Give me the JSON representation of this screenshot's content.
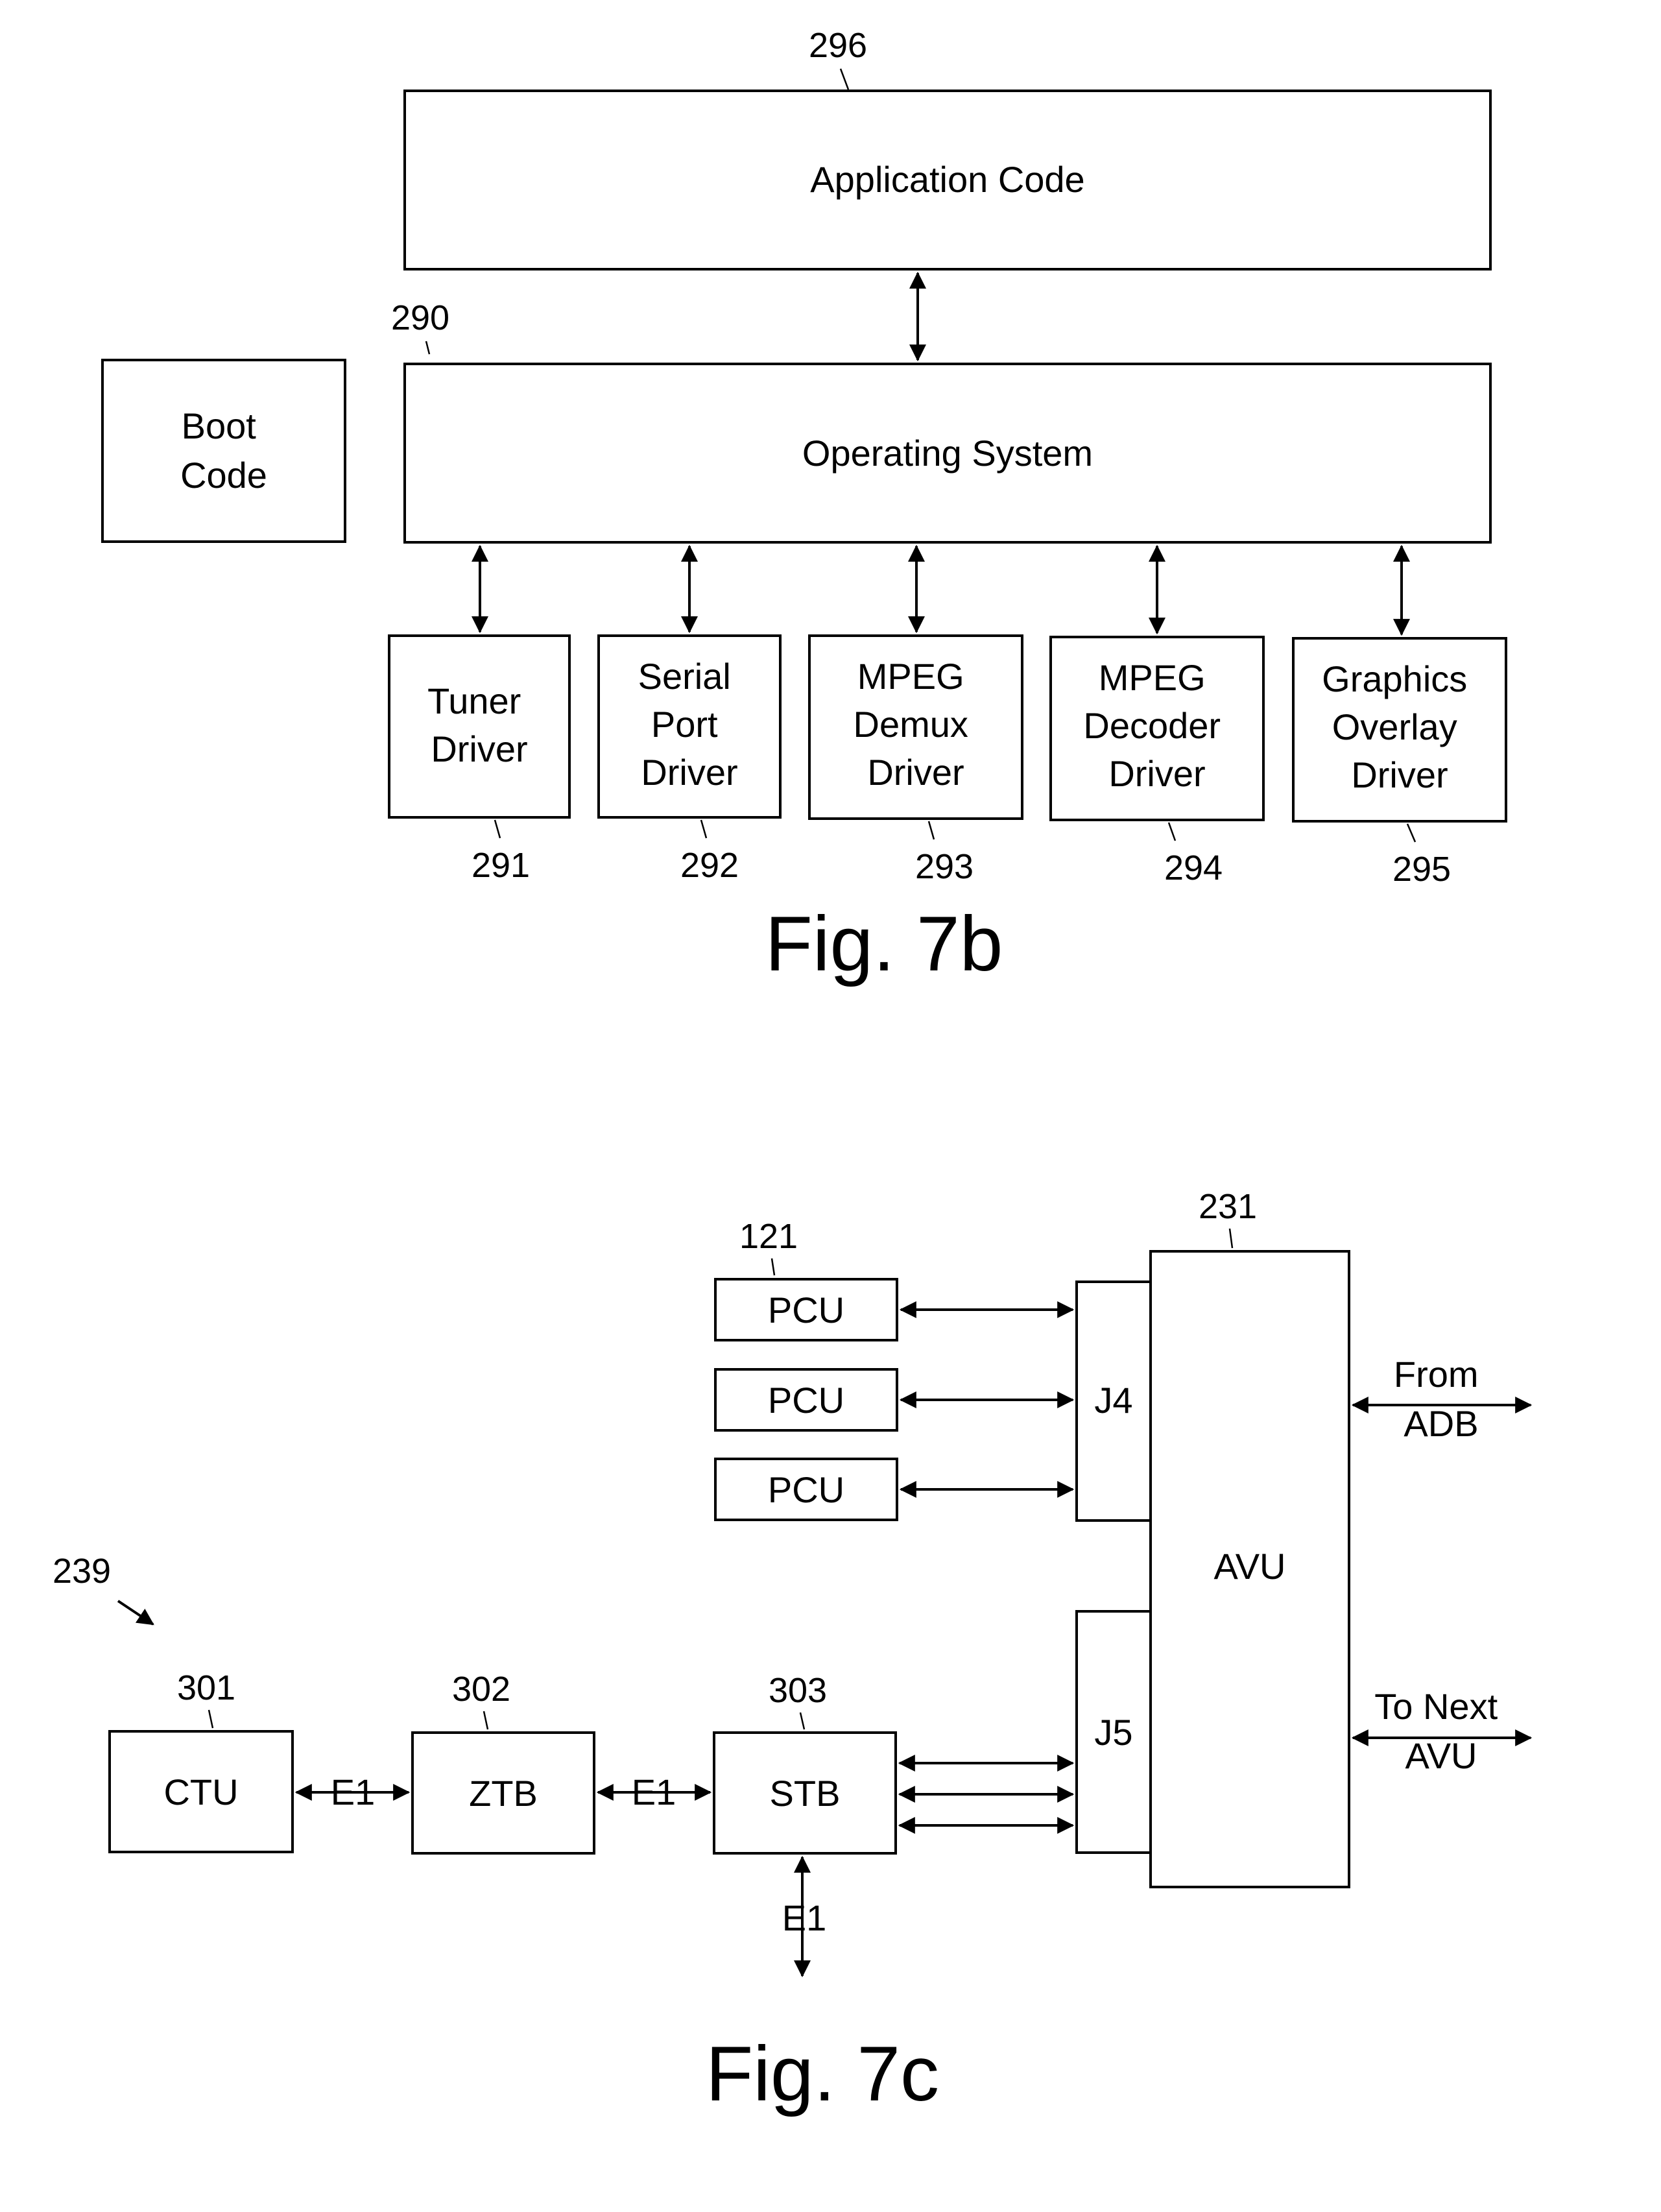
{
  "fig7b": {
    "caption": "Fig. 7b",
    "application_code": {
      "label": "Application Code",
      "ref": "296"
    },
    "operating_system": {
      "label": "Operating System",
      "ref": "290"
    },
    "boot_code": {
      "lines": [
        "Boot",
        "Code"
      ]
    },
    "drivers": [
      {
        "lines": [
          "Tuner",
          "Driver"
        ],
        "ref": "291"
      },
      {
        "lines": [
          "Serial",
          "Port",
          "Driver"
        ],
        "ref": "292"
      },
      {
        "lines": [
          "MPEG",
          "Demux",
          "Driver"
        ],
        "ref": "293"
      },
      {
        "lines": [
          "MPEG",
          "Decoder",
          "Driver"
        ],
        "ref": "294"
      },
      {
        "lines": [
          "Graphics",
          "Overlay",
          "Driver"
        ],
        "ref": "295"
      }
    ]
  },
  "fig7c": {
    "caption": "Fig. 7c",
    "system_ref": "239",
    "pcu": {
      "label": "PCU",
      "ref": "121",
      "count": 3
    },
    "j4": {
      "label": "J4"
    },
    "j5": {
      "label": "J5"
    },
    "avu": {
      "label": "AVU",
      "ref": "231"
    },
    "from_adb": {
      "lines": [
        "From",
        "ADB"
      ]
    },
    "to_next_avu": {
      "lines": [
        "To Next",
        "AVU"
      ]
    },
    "ctu": {
      "label": "CTU",
      "ref": "301"
    },
    "ztb": {
      "label": "ZTB",
      "ref": "302"
    },
    "stb": {
      "label": "STB",
      "ref": "303"
    },
    "link_label": "E1"
  }
}
